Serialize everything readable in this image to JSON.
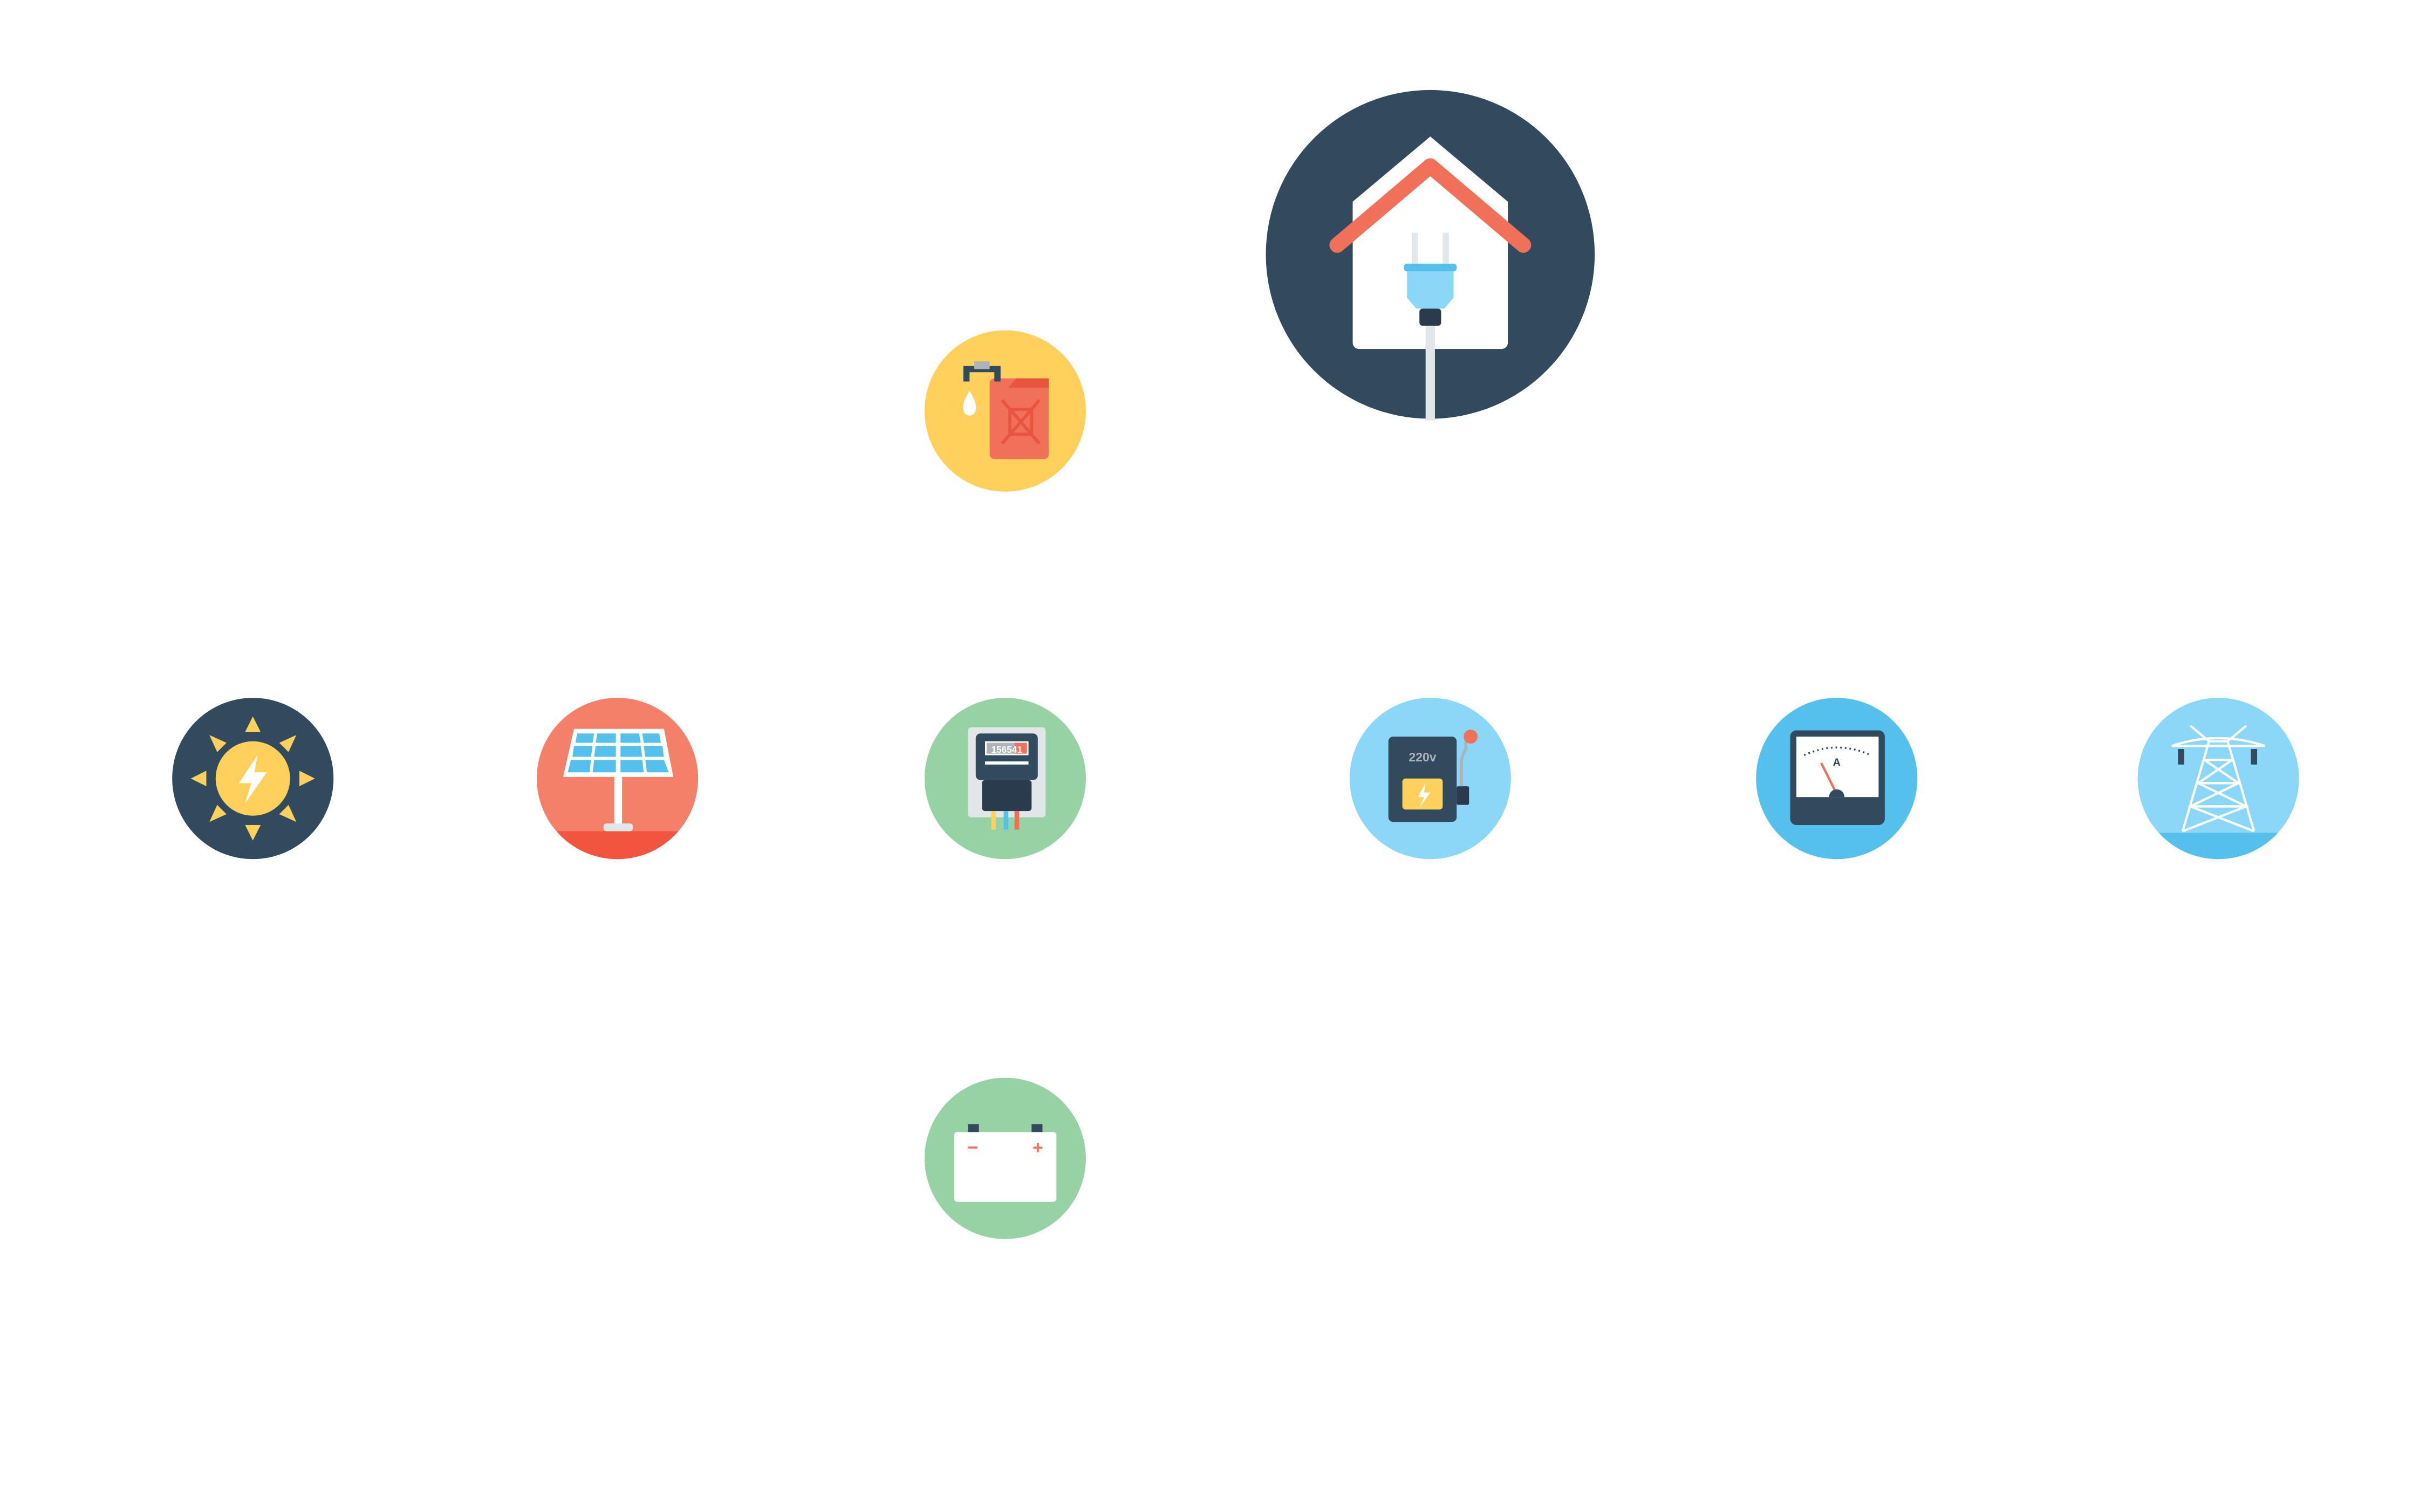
{
  "icons": {
    "house_plug": {
      "label": "house-with-plug"
    },
    "fuel_can": {
      "label": "fuel-canister"
    },
    "sun": {
      "label": "solar-energy"
    },
    "solar_panel": {
      "label": "solar-panel"
    },
    "meter": {
      "label": "electric-meter",
      "reading": "156541"
    },
    "switch": {
      "label": "power-switch",
      "voltage": "220v"
    },
    "ammeter": {
      "label": "ammeter",
      "unit": "A"
    },
    "tower": {
      "label": "transmission-tower"
    },
    "battery": {
      "label": "battery",
      "minus": "−",
      "plus": "+"
    }
  },
  "colors": {
    "navy": "#324a5e",
    "dark": "#2b3b4e",
    "yellow": "#ffd05b",
    "coral": "#f1705a",
    "salmon": "#f4806a",
    "green": "#97d2a5",
    "lightblue": "#8ad7f7",
    "blue": "#54c0eb",
    "white": "#ffffff"
  }
}
